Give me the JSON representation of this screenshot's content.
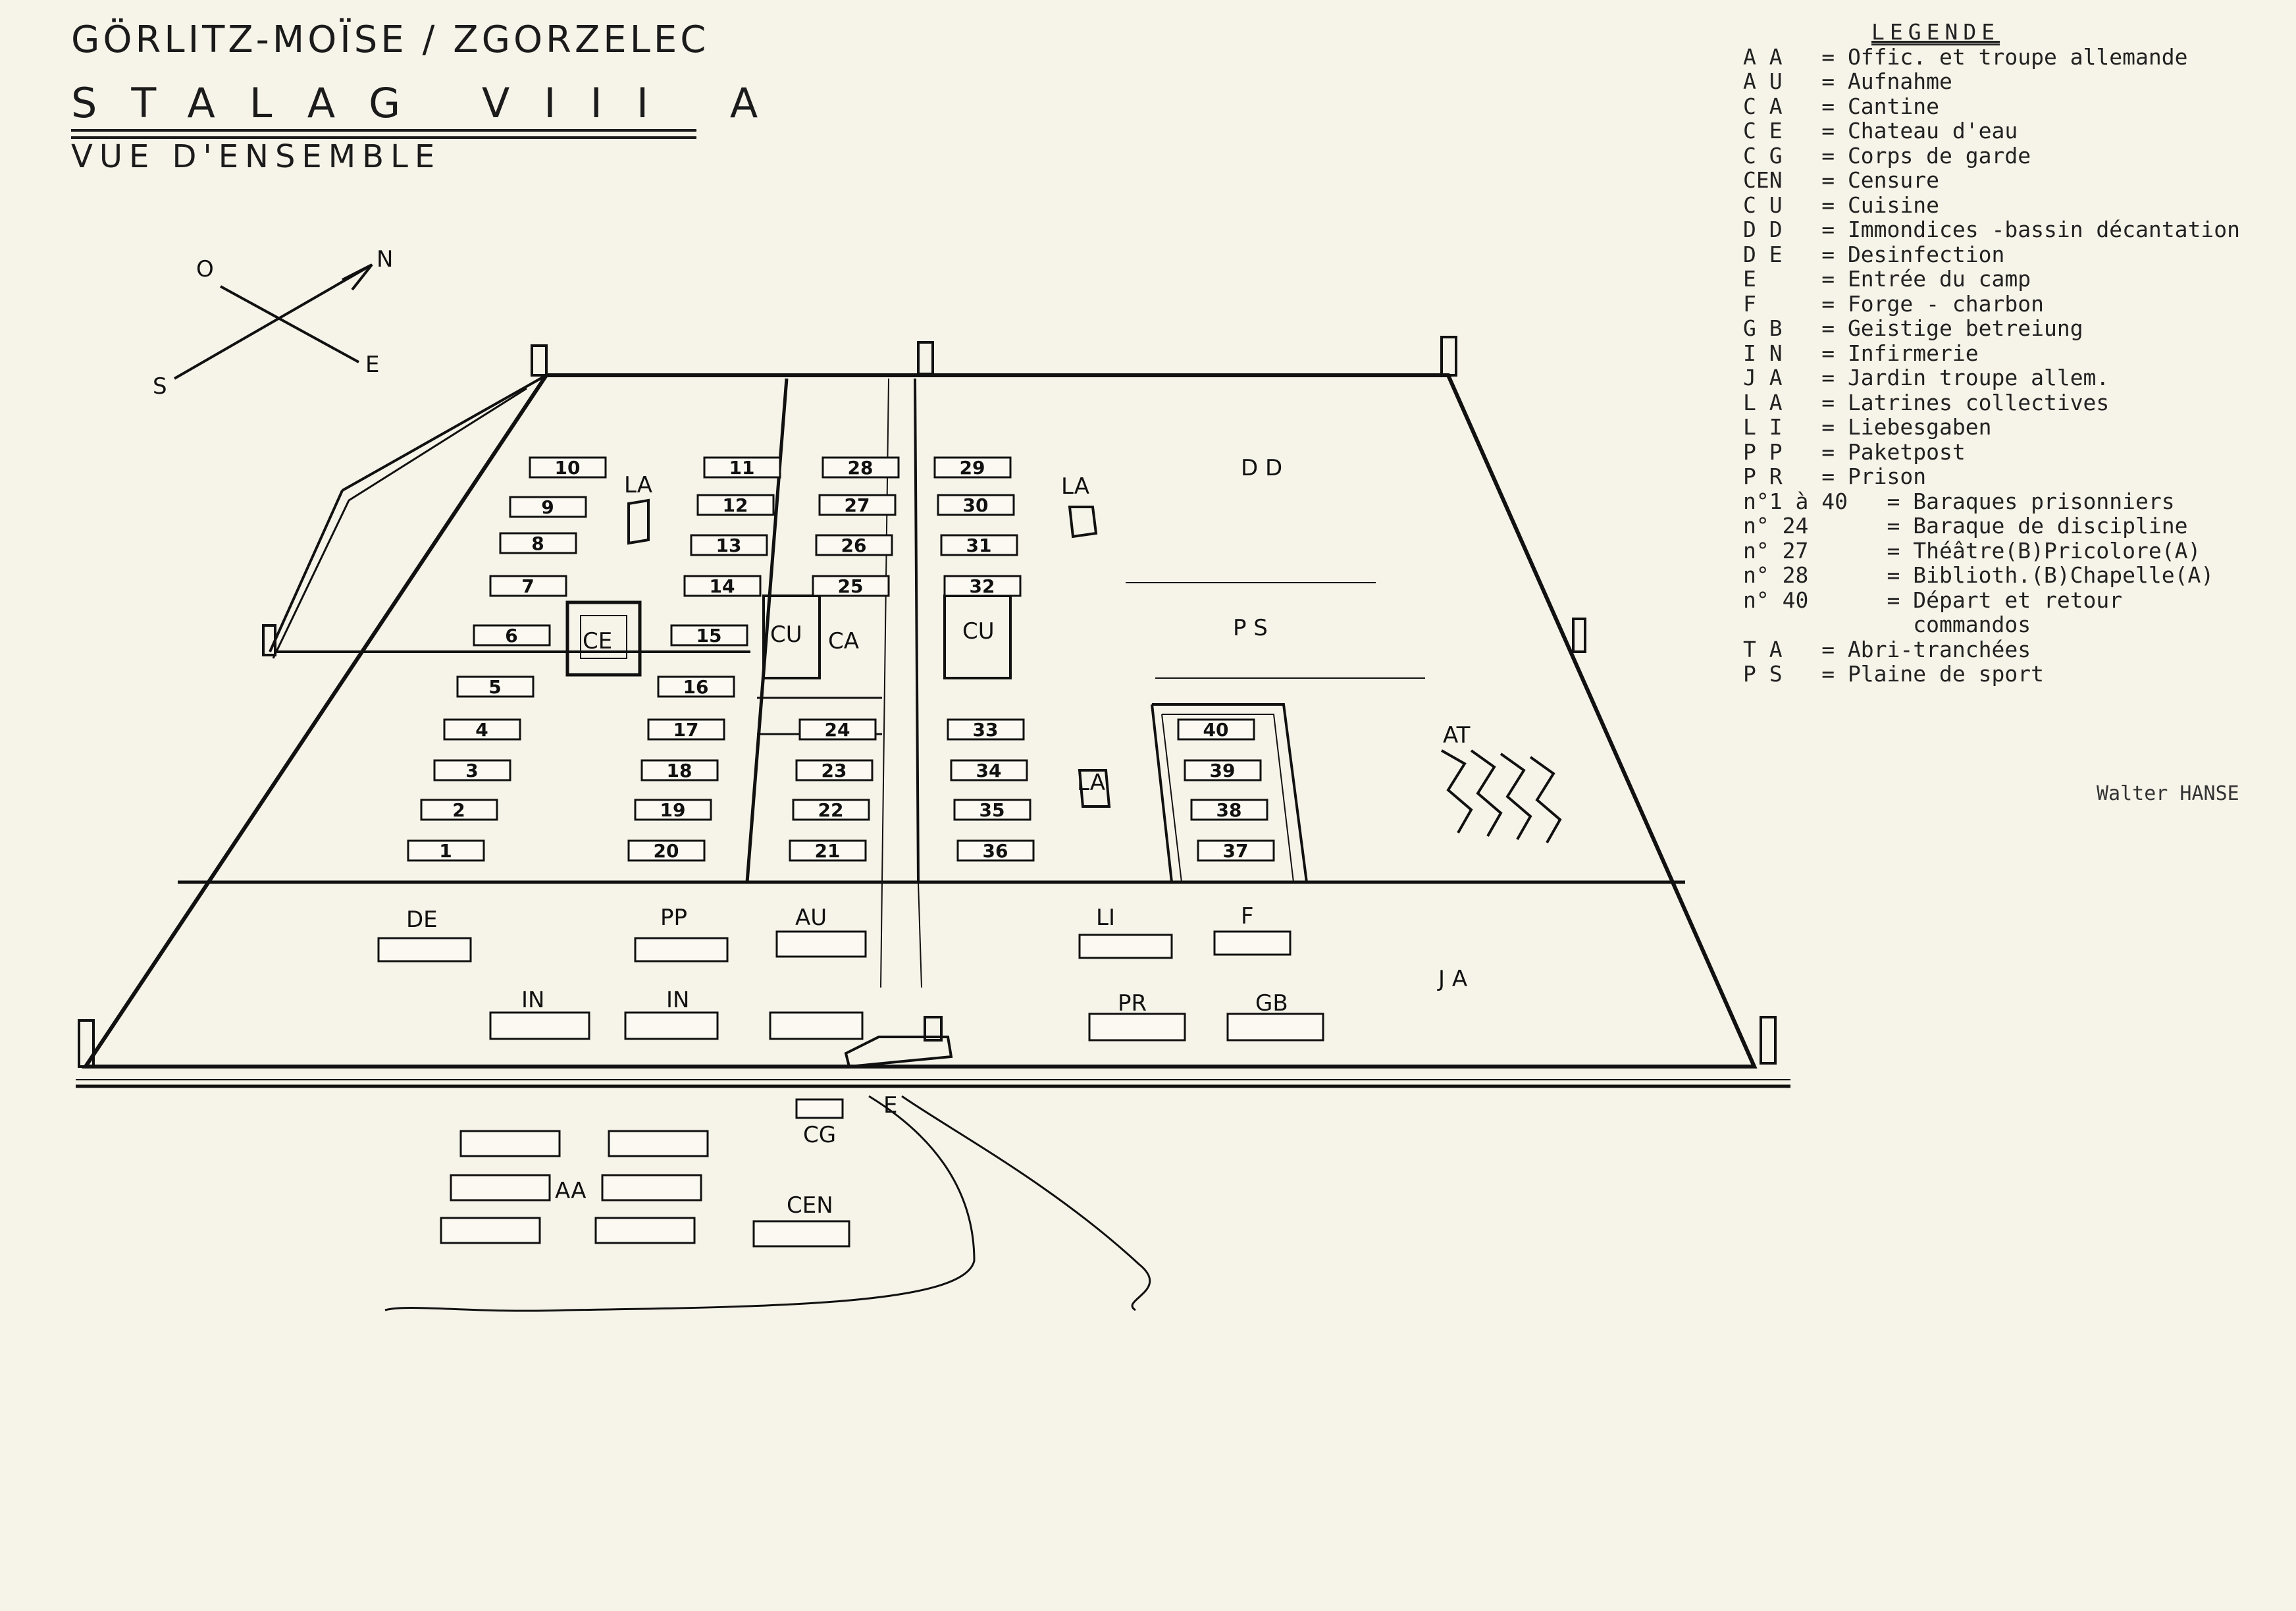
{
  "header": {
    "title_line1": "GÖRLITZ-MOÏSE  /  ZGORZELEC",
    "title_line2": "STALAG  VIII A",
    "title_line3": "VUE  D'ENSEMBLE"
  },
  "compass": {
    "o": "O",
    "n": "N",
    "s": "S",
    "e": "E"
  },
  "legend": {
    "heading": "LEGENDE",
    "rows": [
      "A A   = Offic. et troupe allemande",
      "A U   = Aufnahme",
      "C A   = Cantine",
      "C E   = Chateau d'eau",
      "C G   = Corps de garde",
      "CEN   = Censure",
      "C U   = Cuisine",
      "D D   = Immondices -bassin décantation",
      "D E   = Desinfection",
      "E     = Entrée du camp",
      "F     = Forge - charbon",
      "G B   = Geistige betreiung",
      "I N   = Infirmerie",
      "J A   = Jardin troupe allem.",
      "L A   = Latrines collectives",
      "L I   = Liebesgaben",
      "P P   = Paketpost",
      "P R   = Prison",
      "n°1 à 40   = Baraques prisonniers",
      "n° 24      = Baraque de discipline",
      "n° 27      = Théâtre(B)Pricolore(A)",
      "n° 28      = Biblioth.(B)Chapelle(A)",
      "n° 40      = Départ et retour",
      "             commandos",
      "T A   = Abri-tranchées",
      "P S   = Plaine de sport"
    ]
  },
  "signature": "Walter HANSE",
  "map": {
    "labels": {
      "la1": "LA",
      "la2": "LA",
      "la3": "LA",
      "ce": "CE",
      "cu1": "CU",
      "cu2": "CU",
      "ca": "CA",
      "dd": "D D",
      "ps": "P S",
      "at": "AT",
      "ja": "J A",
      "de": "DE",
      "pp": "PP",
      "au": "AU",
      "li": "LI",
      "f": "F",
      "in1": "IN",
      "in2": "IN",
      "pr": "PR",
      "gb": "GB",
      "e": "E",
      "cg": "CG",
      "aa": "AA",
      "cen": "CEN"
    },
    "barracks": [
      "1",
      "2",
      "3",
      "4",
      "5",
      "6",
      "7",
      "8",
      "9",
      "10",
      "11",
      "12",
      "13",
      "14",
      "15",
      "16",
      "17",
      "18",
      "19",
      "20",
      "21",
      "22",
      "23",
      "24",
      "25",
      "26",
      "27",
      "28",
      "29",
      "30",
      "31",
      "32",
      "33",
      "34",
      "35",
      "36",
      "37",
      "38",
      "39",
      "40"
    ]
  }
}
